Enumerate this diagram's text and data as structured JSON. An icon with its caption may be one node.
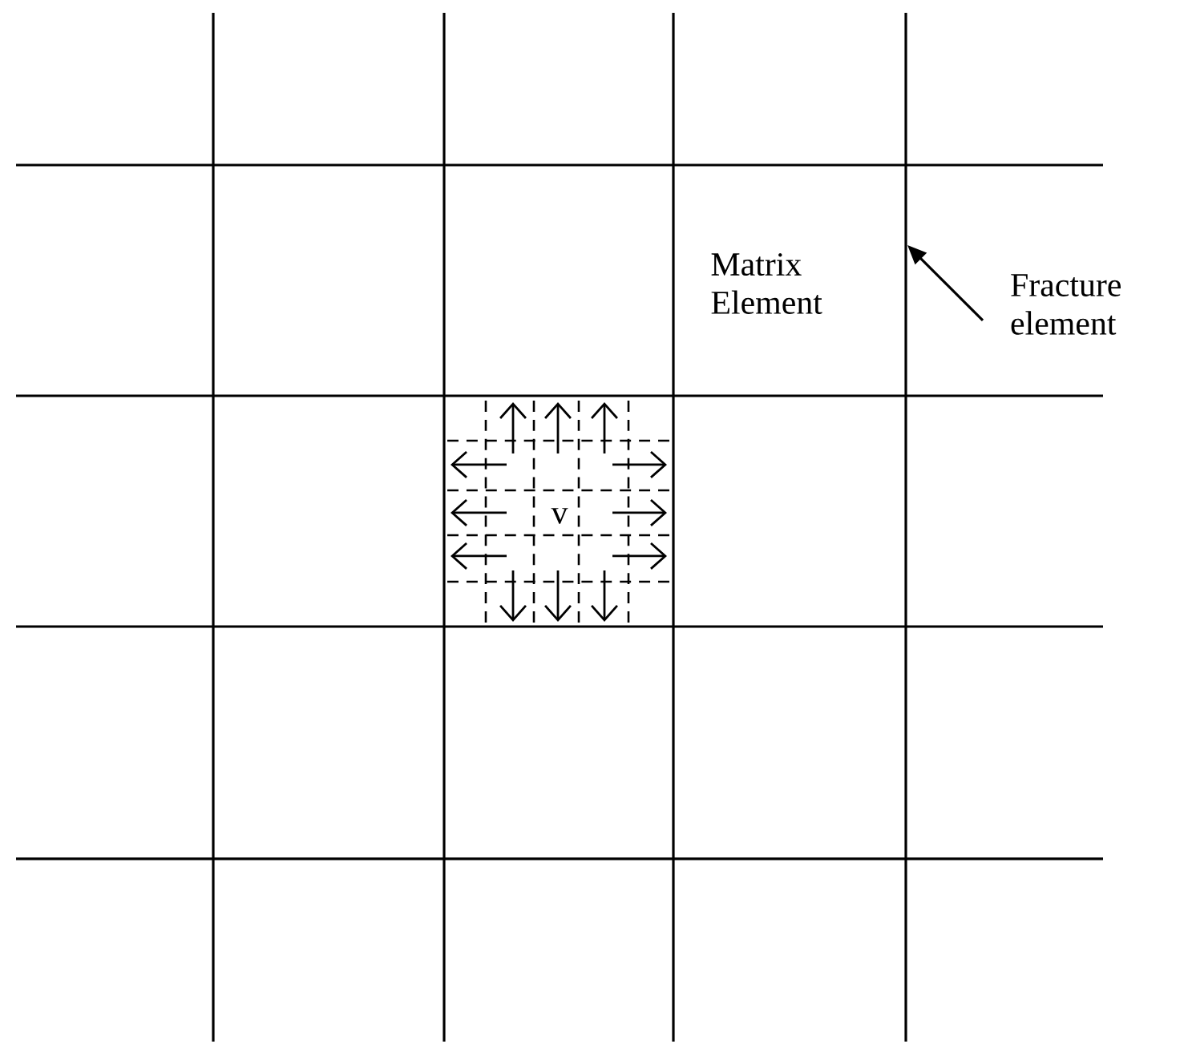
{
  "diagram": {
    "nodes": [
      {
        "text": [
          "Fracture element"
        ]
      },
      {
        "text": [],
        "shape": "line"
      }
    ],
    "edges": [
      {
        "from": 0,
        "to": 1,
        "arrow": "to"
      }
    ],
    "labels": [
      "Matrix Element",
      "v"
    ]
  }
}
